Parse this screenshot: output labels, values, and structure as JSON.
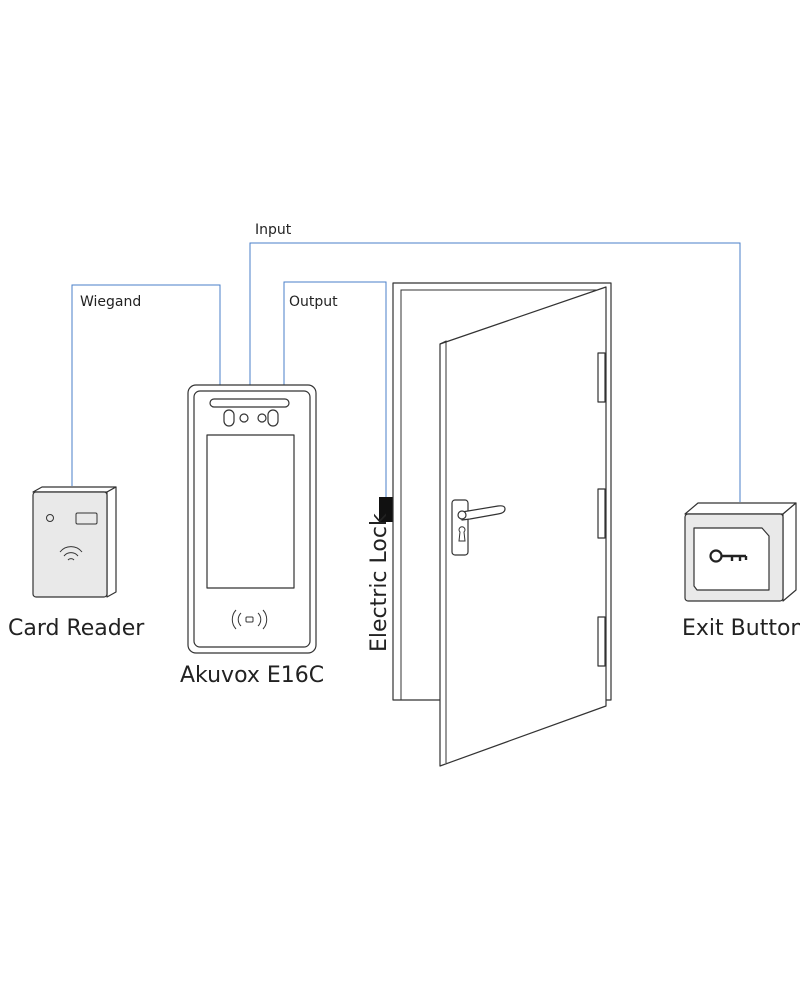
{
  "wires": {
    "input_label": "Input",
    "wiegand_label": "Wiegand",
    "output_label": "Output"
  },
  "devices": {
    "card_reader_label": "Card Reader",
    "intercom_label": "Akuvox E16C",
    "lock_label": "Electric Lock",
    "exit_button_label": "Exit Button"
  },
  "colors": {
    "wire": "#4a7fc9",
    "outline": "#333333",
    "device_fill": "#e9e9e9"
  }
}
